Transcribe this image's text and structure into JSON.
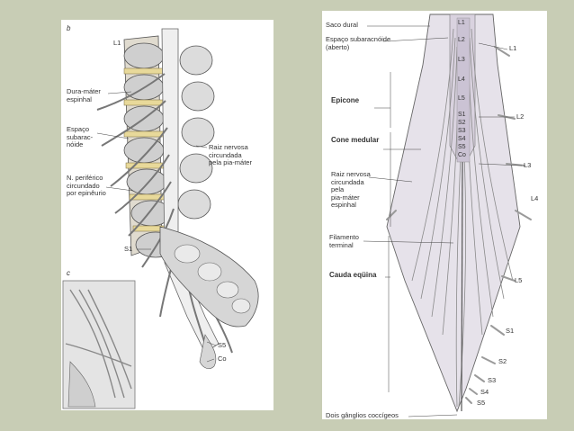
{
  "left_figure": {
    "panel_b": "b",
    "panel_c": "c",
    "labels": {
      "l1": "L1",
      "dura": "Dura-máter\nespinhal",
      "espaco": "Espaço\nsubarac-\nnóide",
      "nperiferico": "N. periférico\ncircundado\npor epinêurio",
      "raiz": "Raiz nervosa\ncircundada\npela pia-máter",
      "s1": "S1",
      "s5": "S5",
      "co": "Co"
    }
  },
  "right_figure": {
    "labels": {
      "saco": "Saco dural",
      "espaco": "Espaço subaracnóide\n(aberto)",
      "epicone": "Epicone",
      "cone": "Cone medular",
      "raiz": "Raiz nervosa\ncircundada\npela\npia-máter\nespinhal",
      "filamento": "Filamento\nterminal",
      "cauda": "Cauda eqüina",
      "ganglios": "Dois gânglios coccígeos"
    },
    "segments": [
      "L1",
      "L2",
      "L3",
      "L4",
      "L5",
      "S1",
      "S2",
      "S3",
      "S4",
      "S5",
      "Co"
    ],
    "side_levels": [
      "L1",
      "L2",
      "L3",
      "L4",
      "L5",
      "S1",
      "S2",
      "S3",
      "S4",
      "S5"
    ]
  }
}
